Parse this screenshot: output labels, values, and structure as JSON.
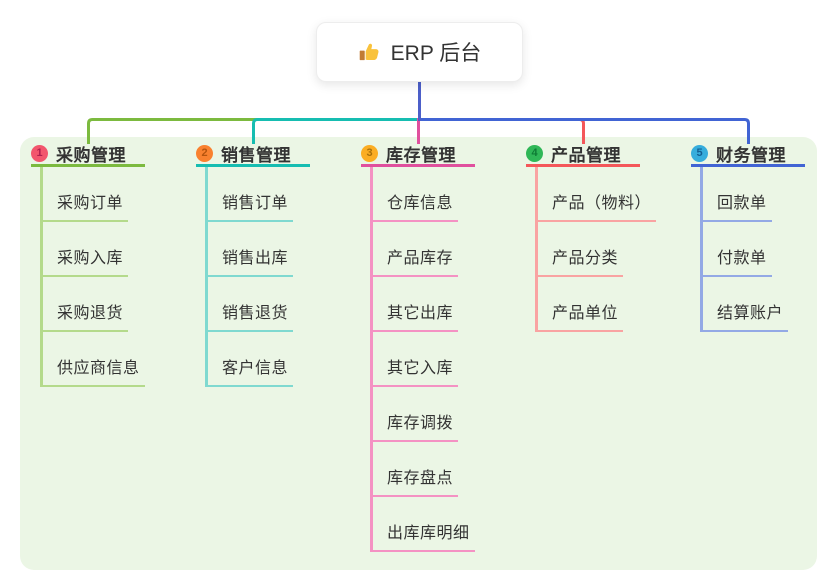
{
  "root": {
    "label": "ERP 后台",
    "icon": "thumbs-up-icon",
    "line_color": "#4C5FC9"
  },
  "panel": {
    "background": "#EBF6E5"
  },
  "branches": [
    {
      "badge": "1",
      "title": "采购管理",
      "line_color": "#7CBA3F",
      "light_line_color": "#B4DA8B",
      "badge_color": "#F2566D",
      "badge_number_color": "#B01F4E",
      "items": [
        "采购订单",
        "采购入库",
        "采购退货",
        "供应商信息"
      ]
    },
    {
      "badge": "2",
      "title": "销售管理",
      "line_color": "#16BDB1",
      "light_line_color": "#7FD9D0",
      "badge_color": "#F9812F",
      "badge_number_color": "#B5540E",
      "items": [
        "销售订单",
        "销售出库",
        "销售退货",
        "客户信息"
      ]
    },
    {
      "badge": "3",
      "title": "库存管理",
      "line_color": "#E0509E",
      "light_line_color": "#F492C3",
      "badge_color": "#FBAD23",
      "badge_number_color": "#A8700A",
      "items": [
        "仓库信息",
        "产品库存",
        "其它出库",
        "其它入库",
        "库存调拨",
        "库存盘点",
        "出库库明细"
      ]
    },
    {
      "badge": "4",
      "title": "产品管理",
      "line_color": "#F4575A",
      "light_line_color": "#F9A3A2",
      "badge_color": "#2FB757",
      "badge_number_color": "#0E7C35",
      "items": [
        "产品（物料）",
        "产品分类",
        "产品单位"
      ]
    },
    {
      "badge": "5",
      "title": "财务管理",
      "line_color": "#4164D4",
      "light_line_color": "#93A9E5",
      "badge_color": "#36ADDC",
      "badge_number_color": "#135F93",
      "items": [
        "回款单",
        "付款单",
        "结算账户"
      ]
    }
  ]
}
